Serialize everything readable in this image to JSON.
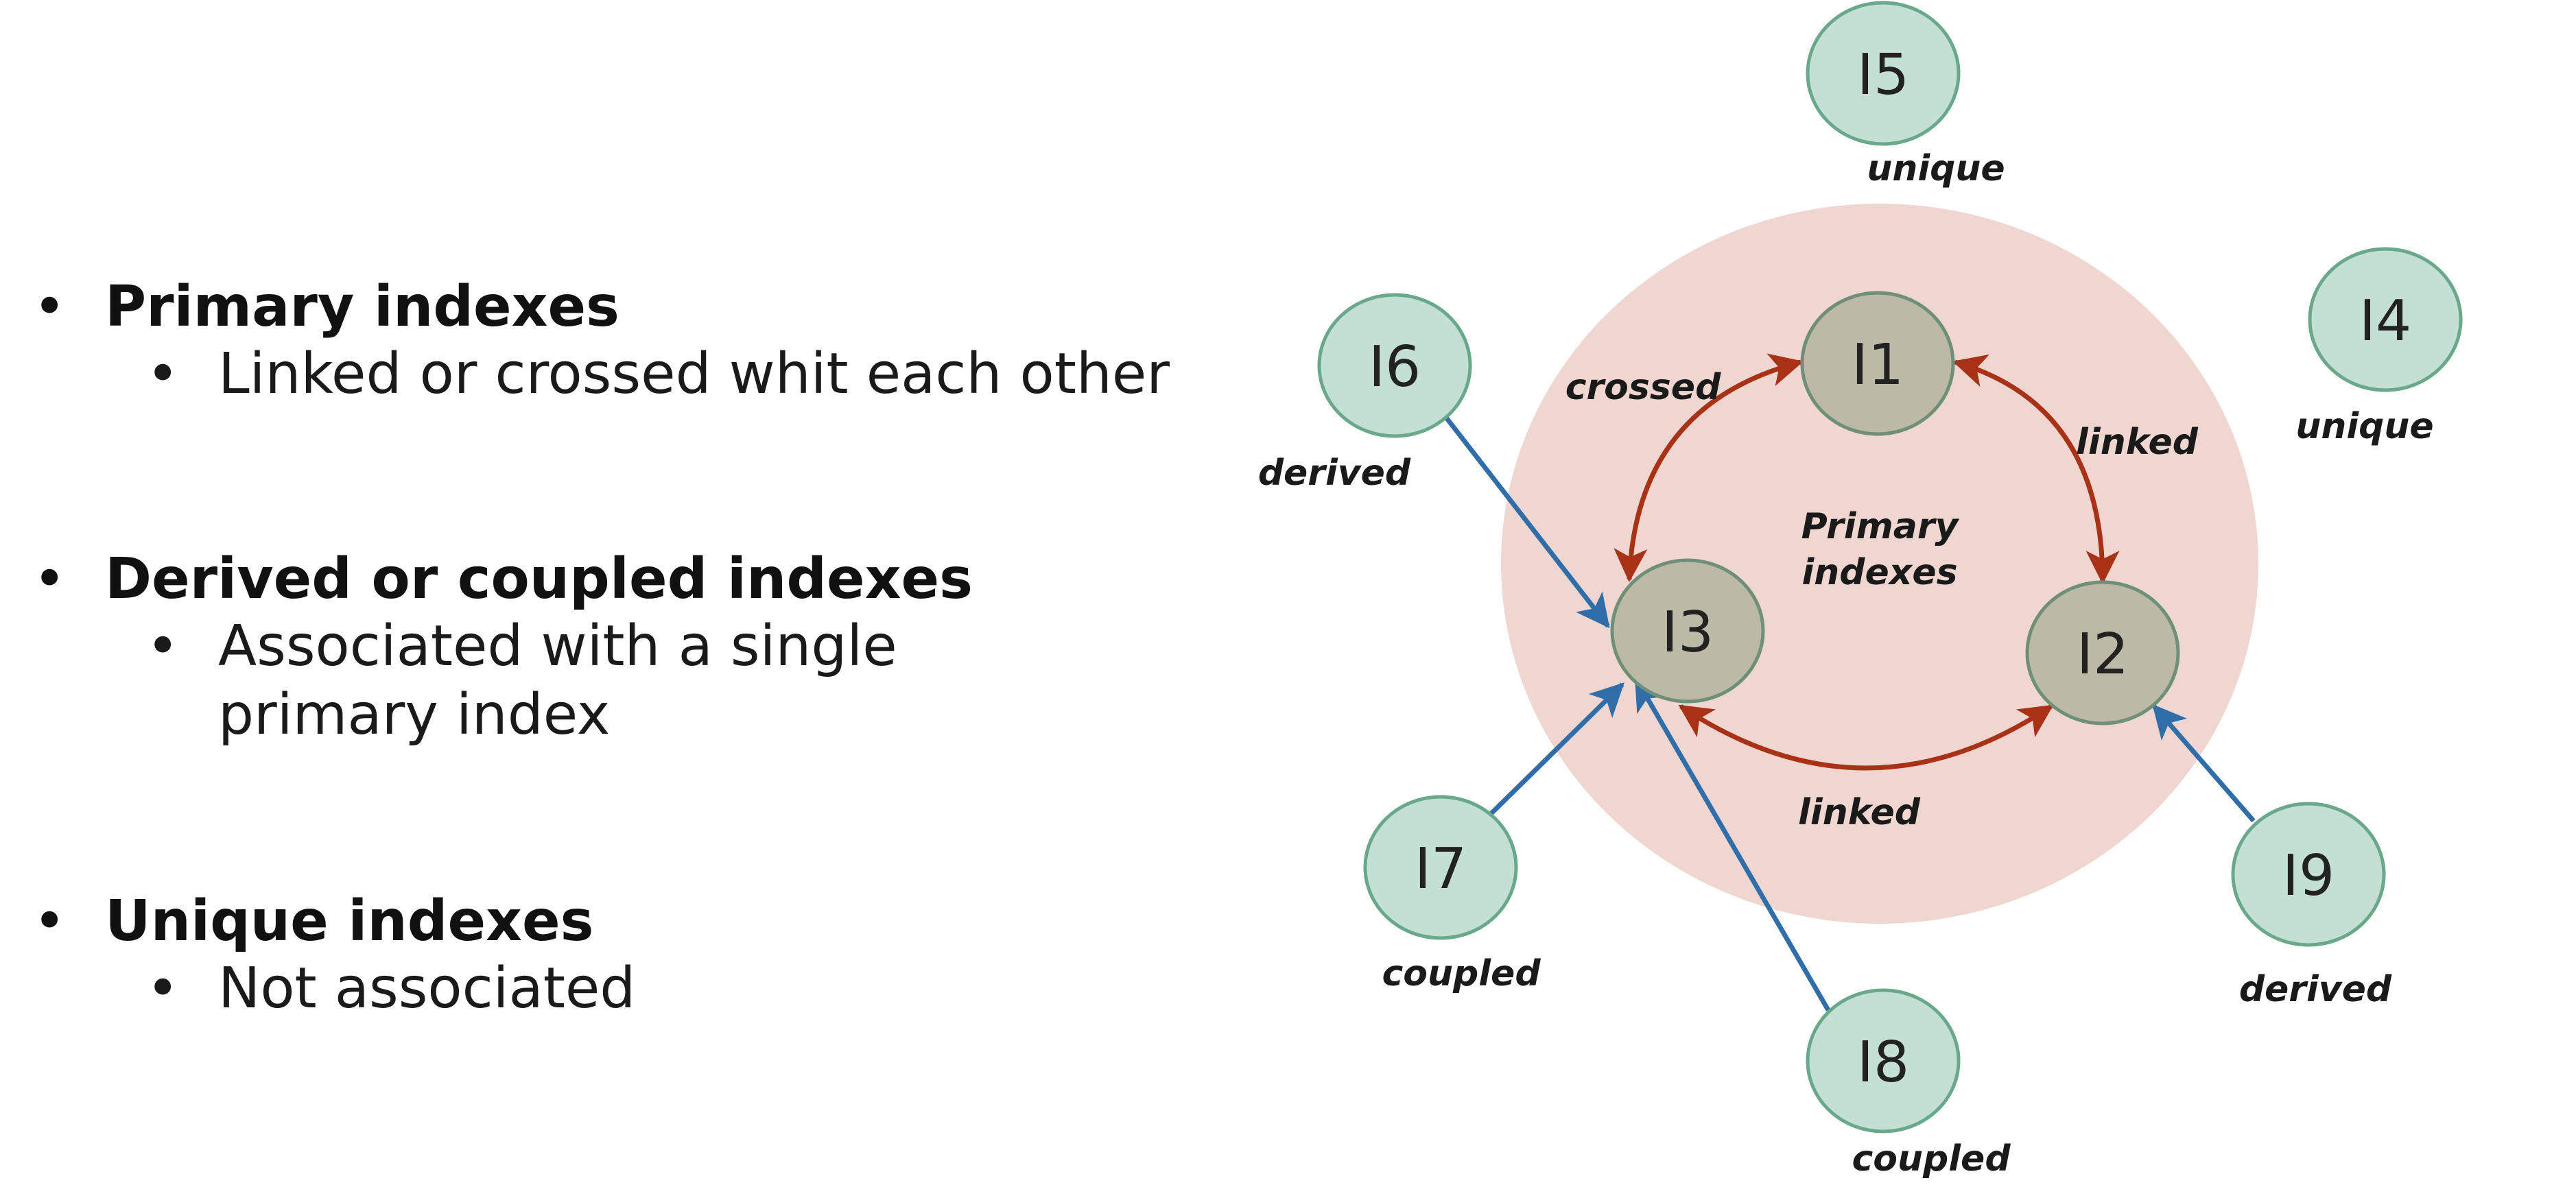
{
  "bullets": [
    {
      "title": "Primary indexes",
      "subs": [
        "Linked or crossed whit each other"
      ]
    },
    {
      "title": "Derived or coupled indexes",
      "subs": [
        "Associated with a single primary index"
      ]
    },
    {
      "title": "Unique indexes",
      "subs": [
        "Not associated"
      ]
    }
  ],
  "diagram": {
    "region_label_line1": "Primary",
    "region_label_line2": "indexes",
    "nodes": [
      {
        "id": "I1",
        "label": "I1",
        "kind": "primary"
      },
      {
        "id": "I2",
        "label": "I2",
        "kind": "primary"
      },
      {
        "id": "I3",
        "label": "I3",
        "kind": "primary"
      },
      {
        "id": "I4",
        "label": "I4",
        "kind": "secondary",
        "caption": "unique"
      },
      {
        "id": "I5",
        "label": "I5",
        "kind": "secondary",
        "caption": "unique"
      },
      {
        "id": "I6",
        "label": "I6",
        "kind": "secondary",
        "caption": "derived"
      },
      {
        "id": "I7",
        "label": "I7",
        "kind": "secondary",
        "caption": "coupled"
      },
      {
        "id": "I8",
        "label": "I8",
        "kind": "secondary",
        "caption": "coupled"
      },
      {
        "id": "I9",
        "label": "I9",
        "kind": "secondary",
        "caption": "derived"
      }
    ],
    "relations": [
      {
        "from": "I1",
        "to": "I3",
        "label": "crossed",
        "type": "bidirectional"
      },
      {
        "from": "I1",
        "to": "I2",
        "label": "linked",
        "type": "bidirectional"
      },
      {
        "from": "I3",
        "to": "I2",
        "label": "linked",
        "type": "bidirectional"
      },
      {
        "from": "I6",
        "to": "I3",
        "type": "directed"
      },
      {
        "from": "I7",
        "to": "I3",
        "type": "directed"
      },
      {
        "from": "I8",
        "to": "I3",
        "type": "directed"
      },
      {
        "from": "I9",
        "to": "I2",
        "type": "directed"
      }
    ]
  },
  "colors": {
    "region_fill": "#efd6d0",
    "primary_fill": "#bdb9a7",
    "primary_stroke": "#6f8f78",
    "secondary_fill": "#c4dfd3",
    "secondary_stroke": "#6aa88c",
    "relation_red": "#a83116",
    "relation_blue": "#2f6ea8"
  }
}
